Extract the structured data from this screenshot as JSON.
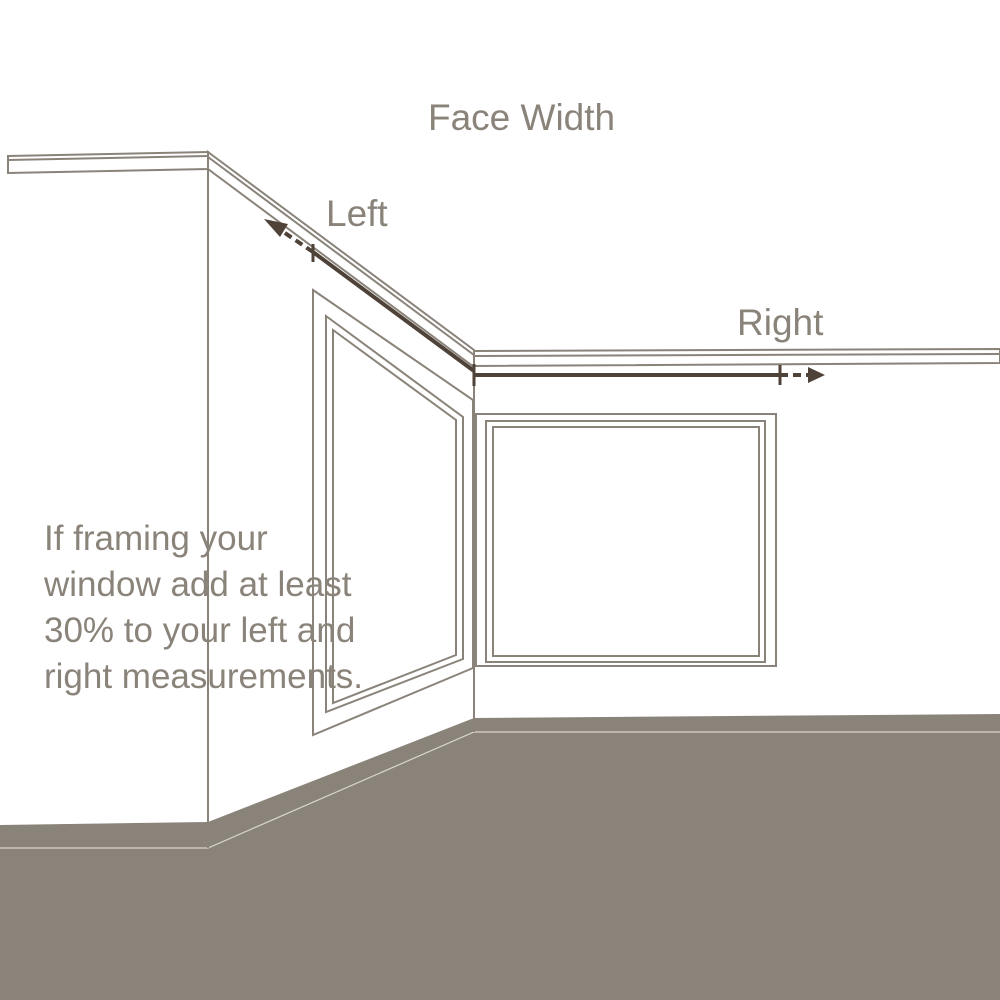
{
  "diagram": {
    "title": "Face Width",
    "left_label": "Left",
    "right_label": "Right",
    "note": "If framing your window add at least 30% to your left and right measurements."
  },
  "colors": {
    "outline": "#8a837a",
    "floor": "#8a837a",
    "rod": "#4f4239",
    "text": "#8a837a",
    "background": "#ffffff"
  }
}
